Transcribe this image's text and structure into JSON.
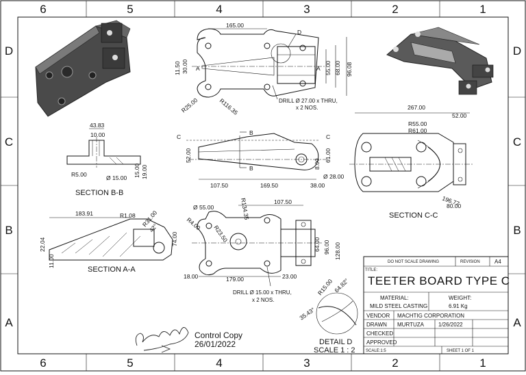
{
  "zones": {
    "columns": [
      "6",
      "5",
      "4",
      "3",
      "2",
      "1"
    ],
    "rows": [
      "D",
      "C",
      "B",
      "A"
    ]
  },
  "top_view": {
    "dims": [
      "165.00",
      "11.50",
      "30.00",
      "55.00",
      "68.00",
      "96.08",
      "R25.00",
      "R116.35"
    ],
    "detail_callout": "D",
    "section_marks": [
      "A",
      "A"
    ],
    "note_line1": "DRILL Ø 27.00 x THRU,",
    "note_line2": "x 2 NOS."
  },
  "front_view": {
    "dims": [
      "52.00",
      "107.50",
      "169.50",
      "38.00",
      "Ø 28.00",
      "8.00",
      "61.00"
    ],
    "section_marks": [
      "B",
      "B",
      "C",
      "C"
    ]
  },
  "section_bb": {
    "dims": [
      "43.83",
      "10.00",
      "R5.00",
      "Ø 15.00",
      "15.00",
      "19.00"
    ],
    "label": "SECTION B-B"
  },
  "section_cc": {
    "dims": [
      "267.00",
      "52.00",
      "R55.00",
      "R61.00",
      "196.77",
      "80.00"
    ],
    "label": "SECTION C-C"
  },
  "section_aa": {
    "dims": [
      "183.91",
      "R1.08",
      "R31.00",
      "42°",
      "22.04",
      "11.00",
      "74.00"
    ],
    "label": "SECTION A-A"
  },
  "bottom_view": {
    "dims": [
      "107.50",
      "R134.35",
      "Ø 55.00",
      "R4.00",
      "R23.50",
      "64.00",
      "96.00",
      "128.00",
      "18.00",
      "179.00",
      "23.00"
    ],
    "note_line1": "DRILL Ø 15.00 x THRU,",
    "note_line2": "x 2 NOS."
  },
  "detail_d": {
    "dims": [
      "R15.00",
      "64.82°",
      "35.43°"
    ],
    "label_line1": "DETAIL D",
    "label_line2": "SCALE 1 : 2"
  },
  "signature": {
    "line1": "Control Copy",
    "line2": "26/01/2022"
  },
  "title_block": {
    "do_not_scale": "DO NOT SCALE DRAWING",
    "revision_label": "REVISION",
    "sheet_size": "A4",
    "title_label": "TITLE:",
    "title": "TEETER BOARD TYPE C",
    "material_label": "MATERIAL:",
    "material": "MILD STEEL CASTING",
    "weight_label": "WEIGHT:",
    "weight": "6.91 Kg",
    "vendor_label": "VENDOR",
    "vendor": "MACHTIG CORPORATION",
    "drawn_label": "DRAWN",
    "drawn_by": "MURTUZA",
    "drawn_date": "1/26/2022",
    "checked_label": "CHECKED",
    "approved_label": "APPROVED",
    "scale": "SCALE:1:5",
    "sheet": "SHEET 1 OF 1"
  }
}
